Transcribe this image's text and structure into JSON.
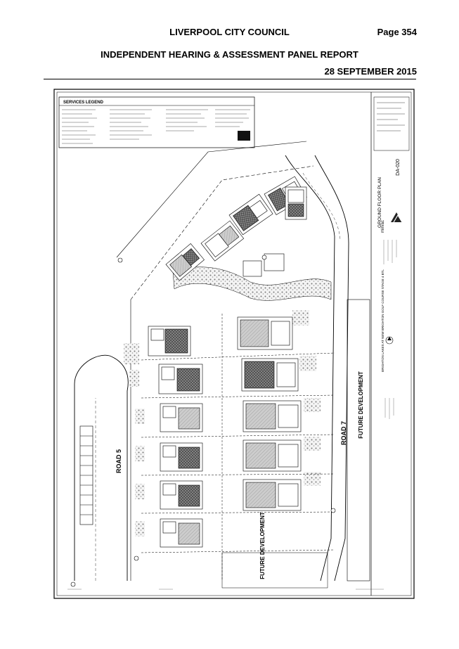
{
  "header": {
    "council": "LIVERPOOL CITY COUNCIL",
    "page": "Page 354",
    "report": "INDEPENDENT HEARING & ASSESSMENT PANEL REPORT",
    "date": "28 SEPTEMBER 2015"
  },
  "plan": {
    "road_left": "ROAD 5",
    "road_right": "ROAD 7",
    "future_left": "FUTURE DEVELOPMENT",
    "future_right": "FUTURE DEVELOPMENT",
    "sheet_title": "GROUND FLOOR PLAN",
    "sheet_number": "DA-020",
    "legend_title": "SERVICES LEGEND",
    "firm": "mirvac",
    "project": "BRIGHTON LAKES AT NEW BRIGHTON GOLF COURSE STAGE 4 BTL"
  }
}
